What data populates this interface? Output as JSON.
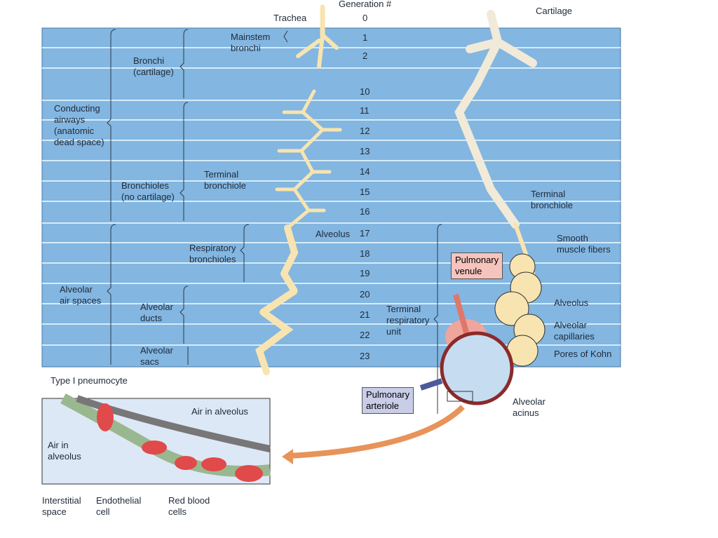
{
  "header": {
    "generation_title": "Generation #",
    "trachea": "Trachea"
  },
  "generations": [
    "0",
    "1",
    "2",
    "10",
    "11",
    "12",
    "13",
    "14",
    "15",
    "16",
    "17",
    "18",
    "19",
    "20",
    "21",
    "22",
    "23"
  ],
  "zones": {
    "conducting": "Conducting\nairways\n(anatomic\ndead space)",
    "alveolar_air": "Alveolar\nair spaces",
    "bronchi": "Bronchi\n(cartilage)",
    "bronchioles": "Bronchioles\n(no cartilage)",
    "alveolar_ducts": "Alveolar\nducts",
    "alveolar_sacs": "Alveolar\nsacs",
    "mainstem": "Mainstem\nbronchi",
    "terminal_bronchiole": "Terminal\nbronchiole",
    "resp_bronchioles": "Respiratory\nbronchioles",
    "alveolus": "Alveolus",
    "terminal_unit": "Terminal\nrespiratory\nunit"
  },
  "right_labels": {
    "cartilage": "Cartilage",
    "terminal_bronchiole": "Terminal\nbronchiole",
    "smooth_muscle": "Smooth\nmuscle fibers",
    "alveolus": "Alveolus",
    "capillaries": "Alveolar\ncapillaries",
    "pores": "Pores of Kohn",
    "acinus": "Alveolar\nacinus",
    "venule": "Pulmonary\nvenule",
    "arteriole": "Pulmonary\narteriole"
  },
  "inset": {
    "type1": "Type I pneumocyte",
    "air_top": "Air in alveolus",
    "air_left": "Air in\nalveolus",
    "interstitial": "Interstitial\nspace",
    "endothelial": "Endothelial\ncell",
    "rbc": "Red blood\ncells"
  },
  "colors": {
    "panel": "#83b6e0",
    "airway": "#f8e4b0",
    "venule": "#f6c4bd",
    "arteriole": "#c9cde8",
    "inset": "#dde8f6"
  }
}
